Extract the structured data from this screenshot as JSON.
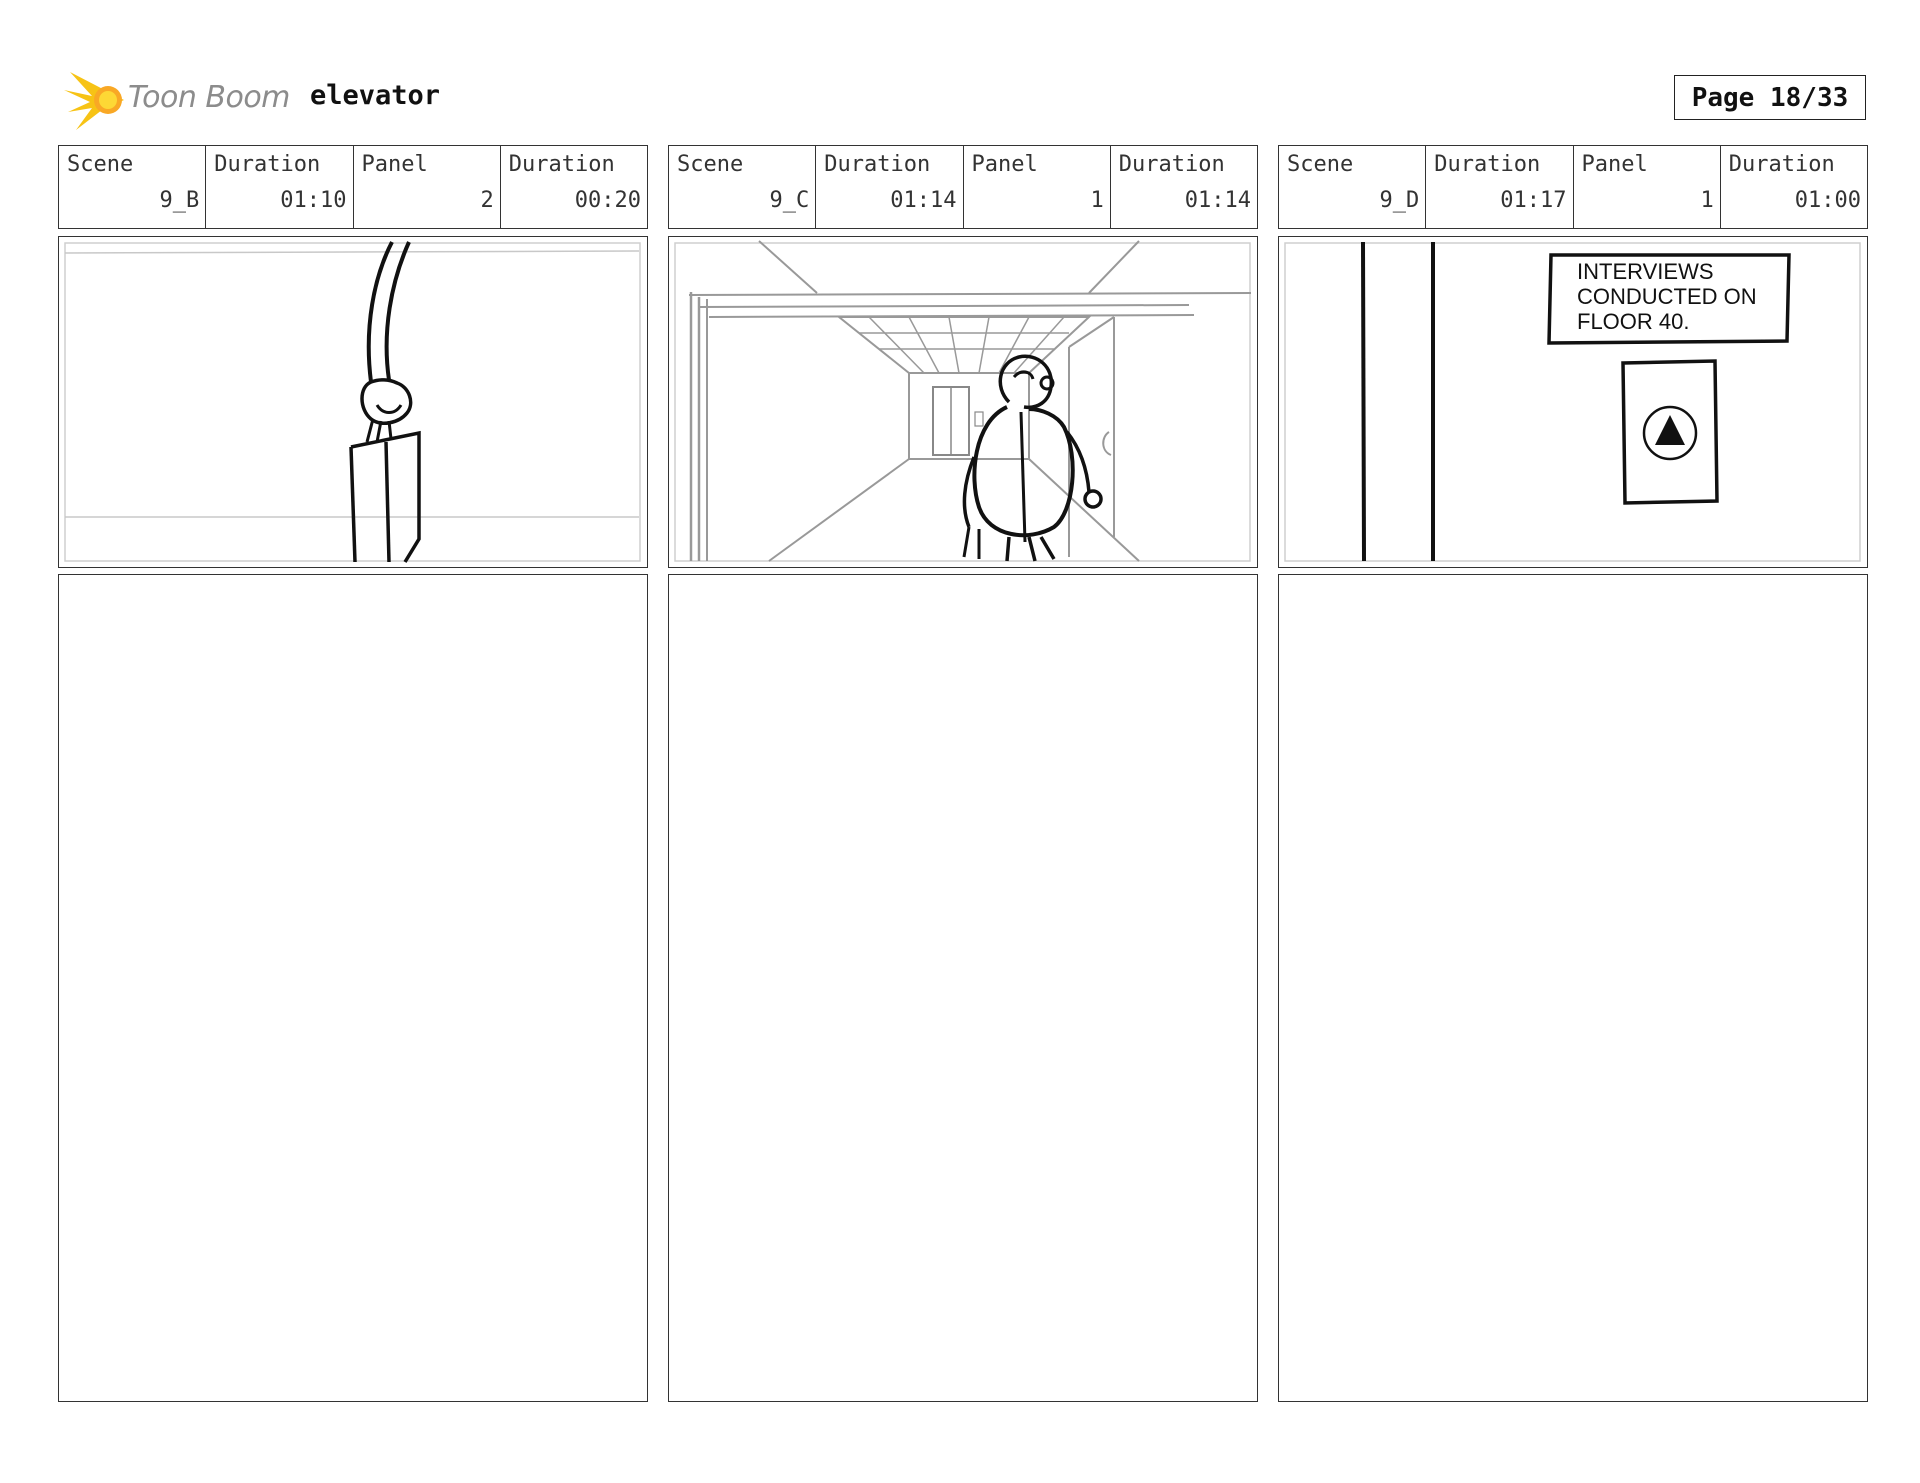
{
  "header": {
    "brand": "Toon Boom",
    "project_title": "elevator",
    "page_label": "Page 18/33"
  },
  "labels": {
    "scene": "Scene",
    "duration": "Duration",
    "panel": "Panel"
  },
  "columns": [
    {
      "scene": "9_B",
      "scene_duration": "01:10",
      "panel": "2",
      "panel_duration": "00:20"
    },
    {
      "scene": "9_C",
      "scene_duration": "01:14",
      "panel": "1",
      "panel_duration": "01:14"
    },
    {
      "scene": "9_D",
      "scene_duration": "01:17",
      "panel": "1",
      "panel_duration": "01:00"
    }
  ],
  "panel3_sign": {
    "line1": "INTERVIEWS",
    "line2": "CONDUCTED ON",
    "line3": "FLOOR 40."
  },
  "colors": {
    "logo_yellow": "#f7c315",
    "logo_text": "#8c8c8c"
  }
}
